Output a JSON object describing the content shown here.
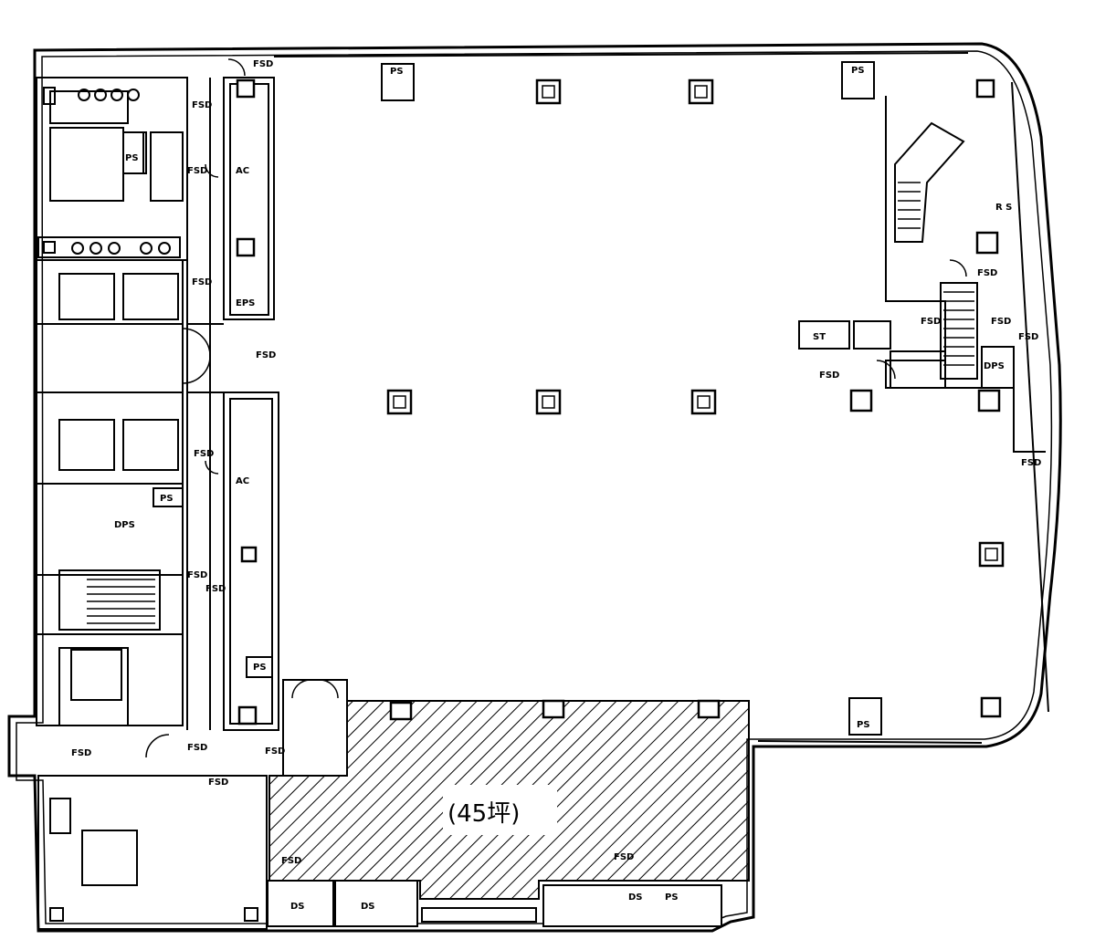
{
  "labels": {
    "fsd": "FSD",
    "fsd_hatched": "FSD",
    "ps": "PS",
    "eps": "EPS",
    "ac_shaft": "AC",
    "dps": "DPS",
    "ds": "DS",
    "st": "ST",
    "rs": "R S",
    "area": "(45坪)"
  }
}
